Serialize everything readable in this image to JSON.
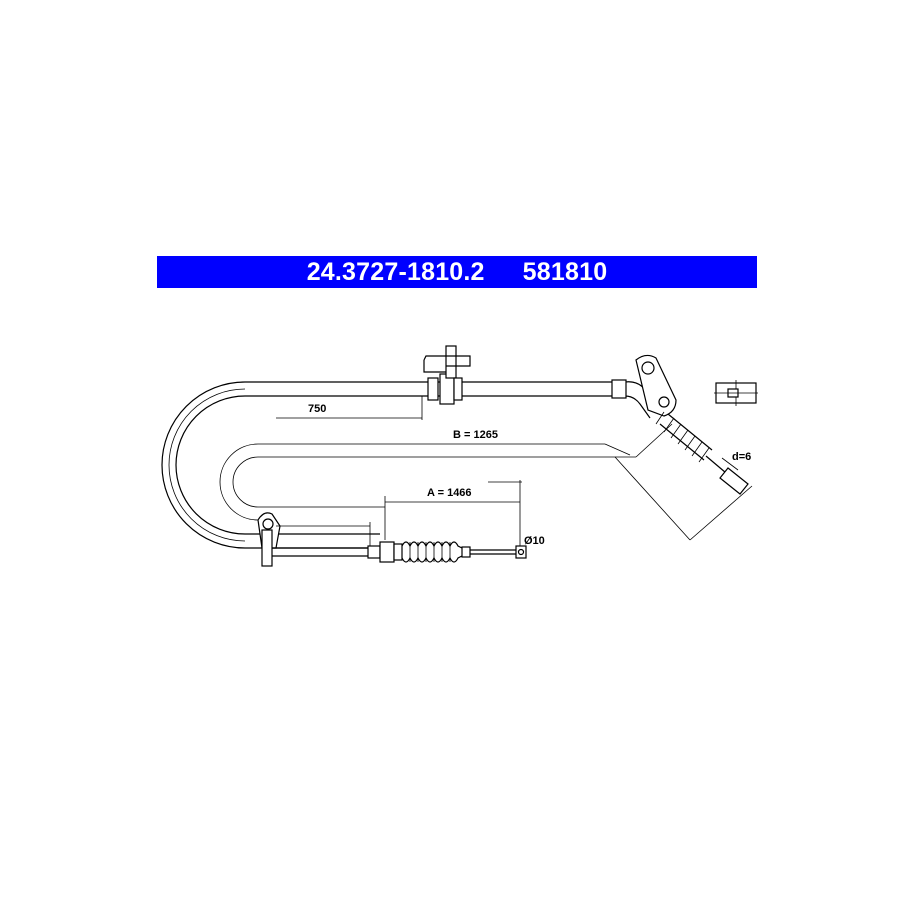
{
  "header": {
    "part_number": "24.3727-1810.2",
    "ref_number": "581810",
    "background_color": "#0000ff",
    "text_color": "#ffffff"
  },
  "dimensions": {
    "length_750": "750",
    "b": "B = 1265",
    "a": "A = 1466",
    "diameter": "Ø10",
    "d": "d=6"
  }
}
